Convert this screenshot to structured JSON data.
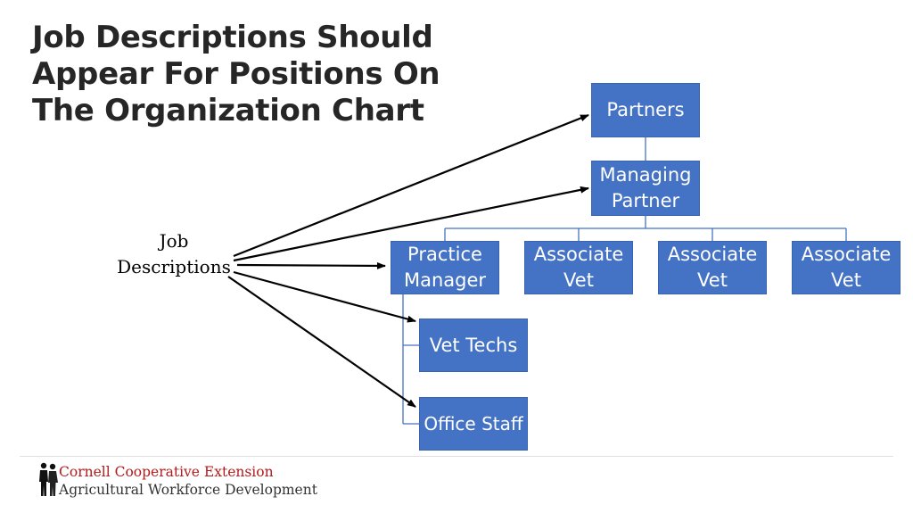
{
  "slide": {
    "title_lines": [
      "Job Descriptions Should",
      "Appear For Positions On",
      "The Organization Chart"
    ],
    "callout_lines": [
      "Job",
      "Descriptions"
    ]
  },
  "org_chart": {
    "nodes": {
      "partners": "Partners",
      "managing_partner": [
        "Managing",
        "Partner"
      ],
      "practice_manager": [
        "Practice",
        "Manager"
      ],
      "associate_vet_1": [
        "Associate",
        "Vet"
      ],
      "associate_vet_2": [
        "Associate",
        "Vet"
      ],
      "associate_vet_3": [
        "Associate",
        "Vet"
      ],
      "vet_techs": "Vet Techs",
      "office_staff": "Office Staff"
    },
    "colors": {
      "box_fill": "#4472c4",
      "connector": "#4472c4",
      "arrow": "#000000"
    }
  },
  "footer": {
    "line1": "Cornell Cooperative Extension",
    "line2": "Agricultural Workforce Development",
    "logo_icon": "people-silhouette-logo",
    "brand_color": "#b31b1b"
  }
}
